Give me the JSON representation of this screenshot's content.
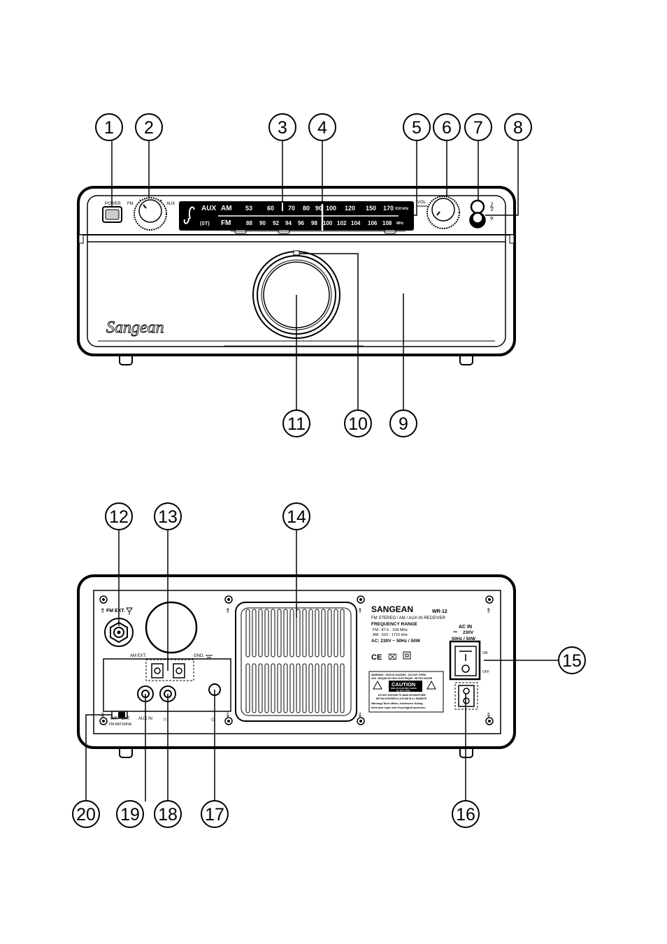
{
  "front": {
    "power_label": "POWER",
    "band_fm": "FM",
    "band_aux": "AUX",
    "vol_label": "VOL.",
    "dial_row1_left": [
      "AUX",
      "AM"
    ],
    "dial_row1_numbers": [
      "53",
      "60",
      "70",
      "80",
      "90",
      "100",
      "120",
      "150",
      "170"
    ],
    "dial_row1_unit": "X10 kHz",
    "dial_row2_left": [
      "(ST)",
      "FM"
    ],
    "dial_row2_numbers": [
      "88",
      "90",
      "92",
      "94",
      "96",
      "98",
      "100",
      "102",
      "104",
      "106",
      "108"
    ],
    "dial_row2_unit": "MHz",
    "brand_script": "Sangean"
  },
  "back": {
    "fm_ext": "FM EXT.",
    "am_ext": "AM EXT.",
    "gnd": "GND.",
    "switch_int": "INT.",
    "switch_ext": "EXT.",
    "switch_caption": "FM ANTENNA",
    "aux_in": "AUX IN",
    "brand": "SANGEAN",
    "model": "WR-12",
    "desc": "FM STEREO / AM / AUX-IN RECEIVER",
    "freq_title": "FREQUENCY RANGE",
    "freq_fm": "FM : 87.5 - 108 MHz",
    "freq_am": "AM : 520 - 1710 kHz",
    "ac_spec": "AC: 230V ~ 50Hz / 50W",
    "warning_line1": "WARNING : SHOCK HAZARD - DO NOT OPEN",
    "warning_line2": "AVIS : RISQUE DE CHOC ELECTRIQUE - NE PAS OUVRIR",
    "caution": "CAUTION",
    "caution_sub1": "RISK OF ELECTRIC SHOCK",
    "caution_sub2": "DO NOT OPEN",
    "warn_extra1": "DO NOT EXPOSE TO RAIN OR MOISTURE",
    "warn_extra2": "NE PAS EXPOSER A LA PLUIE NI A L'HUMIDITE",
    "warn_extra3": "Warnung! Nicht öffnen, elektrischer Schlag",
    "warn_extra4": "Nicht dem regen oder Feuchtigkeit aussetzen.",
    "ac_in": "AC IN",
    "ac_voltage": "230V",
    "ac_freq": "50Hz / 50W",
    "switch_on": "ON",
    "switch_off": "OFF"
  },
  "callouts": [
    "1",
    "2",
    "3",
    "4",
    "5",
    "6",
    "7",
    "8",
    "9",
    "10",
    "11",
    "12",
    "13",
    "14",
    "15",
    "16",
    "17",
    "18",
    "19",
    "20"
  ]
}
